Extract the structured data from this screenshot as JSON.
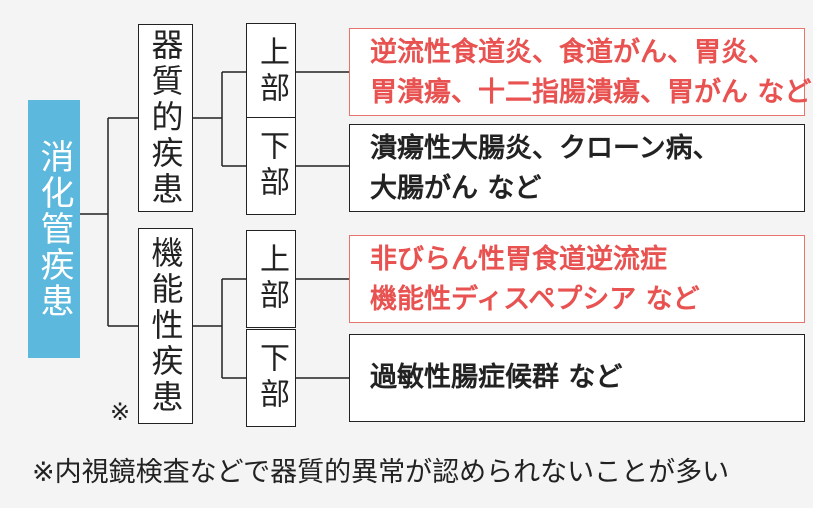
{
  "root": {
    "label": "消化管疾患"
  },
  "categories": [
    {
      "label": "器質的疾患"
    },
    {
      "label": "機能性疾患"
    }
  ],
  "sub_label_upper": "上部",
  "sub_label_lower": "下部",
  "examples": {
    "organic_upper": [
      "逆流性食道炎、食道がん、胃炎、",
      "胃潰瘍、十二指腸潰瘍、胃がん など"
    ],
    "organic_lower": [
      "潰瘍性大腸炎、クローン病、",
      "大腸がん など"
    ],
    "functional_upper": [
      "非びらん性胃食道逆流症",
      "機能性ディスペプシア など"
    ],
    "functional_lower": [
      "過敏性腸症候群 など"
    ]
  },
  "mark": "※",
  "footnote": "※内視鏡検査などで器質的異常が認められないことが多い",
  "colors": {
    "root_bg": "#5cb8dc",
    "highlight_text": "#e85250",
    "highlight_border": "#e8746e"
  }
}
